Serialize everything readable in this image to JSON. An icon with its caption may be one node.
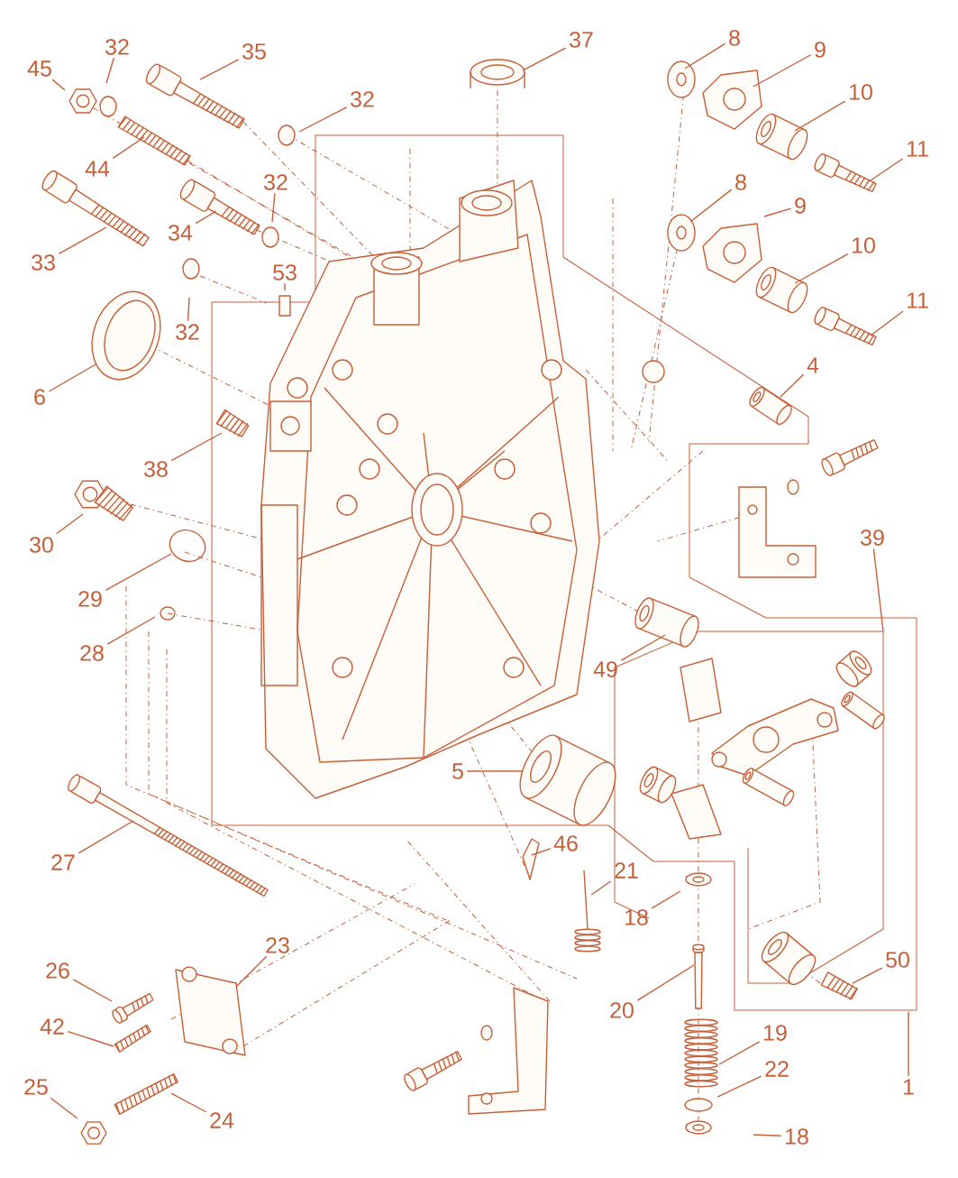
{
  "diagram": {
    "nodes": [
      {
        "text": [
          "8"
        ]
      },
      {
        "text": [
          "37"
        ]
      },
      {
        "text": [
          "32"
        ]
      },
      {
        "text": [
          "9"
        ]
      },
      {
        "text": [
          "35"
        ]
      },
      {
        "text": [
          "45"
        ]
      },
      {
        "text": [
          "10"
        ]
      },
      {
        "text": [
          "32"
        ]
      },
      {
        "text": [
          "11"
        ]
      },
      {
        "text": [
          "44"
        ]
      },
      {
        "text": [
          "8"
        ]
      },
      {
        "text": [
          "32"
        ]
      },
      {
        "text": [
          "9"
        ]
      },
      {
        "text": [
          "34"
        ]
      },
      {
        "text": [
          "10"
        ]
      },
      {
        "text": [
          "33"
        ]
      },
      {
        "text": [
          "53"
        ]
      },
      {
        "text": [
          "11"
        ]
      },
      {
        "text": [
          "32"
        ]
      },
      {
        "text": [
          "4"
        ]
      },
      {
        "text": [
          "6"
        ]
      },
      {
        "text": [
          "38"
        ]
      },
      {
        "text": [
          "39"
        ]
      },
      {
        "text": [
          "30"
        ]
      },
      {
        "text": [
          "29"
        ]
      },
      {
        "text": [
          "28"
        ]
      },
      {
        "text": [
          "49"
        ]
      },
      {
        "text": [
          "5"
        ]
      },
      {
        "text": [
          "46"
        ]
      },
      {
        "text": [
          "27"
        ]
      },
      {
        "text": [
          "21"
        ]
      },
      {
        "text": [
          "18"
        ]
      },
      {
        "text": [
          "23"
        ]
      },
      {
        "text": [
          "50"
        ]
      },
      {
        "text": [
          "26"
        ]
      },
      {
        "text": [
          "20"
        ]
      },
      {
        "text": [
          "42"
        ]
      },
      {
        "text": [
          "19"
        ]
      },
      {
        "text": [
          "22"
        ]
      },
      {
        "text": [
          "1"
        ]
      },
      {
        "text": [
          "25"
        ]
      },
      {
        "text": [
          "24"
        ]
      },
      {
        "text": [
          "18"
        ]
      }
    ],
    "edges": [
      {
        "from": 0,
        "to": null,
        "arrow": "none"
      },
      {
        "from": 1,
        "to": null,
        "arrow": "none"
      },
      {
        "from": 2,
        "to": null,
        "arrow": "none"
      },
      {
        "from": 3,
        "to": null,
        "arrow": "none"
      },
      {
        "from": 4,
        "to": null,
        "arrow": "none"
      },
      {
        "from": 5,
        "to": null,
        "arrow": "none"
      },
      {
        "from": 6,
        "to": null,
        "arrow": "none"
      },
      {
        "from": 7,
        "to": null,
        "arrow": "none"
      },
      {
        "from": 8,
        "to": null,
        "arrow": "none"
      },
      {
        "from": 9,
        "to": null,
        "arrow": "none"
      },
      {
        "from": 10,
        "to": null,
        "arrow": "none"
      },
      {
        "from": 11,
        "to": null,
        "arrow": "none"
      },
      {
        "from": 12,
        "to": null,
        "arrow": "none"
      },
      {
        "from": 13,
        "to": null,
        "arrow": "none"
      },
      {
        "from": 14,
        "to": null,
        "arrow": "none"
      },
      {
        "from": 15,
        "to": null,
        "arrow": "none"
      },
      {
        "from": 16,
        "to": null,
        "arrow": "none"
      },
      {
        "from": 17,
        "to": null,
        "arrow": "none"
      },
      {
        "from": 18,
        "to": null,
        "arrow": "none"
      },
      {
        "from": 19,
        "to": null,
        "arrow": "none"
      },
      {
        "from": 20,
        "to": null,
        "arrow": "none"
      },
      {
        "from": 21,
        "to": null,
        "arrow": "none"
      },
      {
        "from": 22,
        "to": null,
        "arrow": "none"
      },
      {
        "from": 23,
        "to": null,
        "arrow": "none"
      },
      {
        "from": 24,
        "to": null,
        "arrow": "none"
      },
      {
        "from": 25,
        "to": null,
        "arrow": "none"
      },
      {
        "from": 26,
        "to": null,
        "arrow": "none"
      },
      {
        "from": 27,
        "to": null,
        "arrow": "none"
      },
      {
        "from": 28,
        "to": null,
        "arrow": "none"
      },
      {
        "from": 29,
        "to": null,
        "arrow": "none"
      },
      {
        "from": 30,
        "to": null,
        "arrow": "none"
      },
      {
        "from": 31,
        "to": null,
        "arrow": "none"
      },
      {
        "from": 32,
        "to": null,
        "arrow": "none"
      },
      {
        "from": 33,
        "to": null,
        "arrow": "none"
      },
      {
        "from": 34,
        "to": null,
        "arrow": "none"
      },
      {
        "from": 35,
        "to": null,
        "arrow": "none"
      },
      {
        "from": 36,
        "to": null,
        "arrow": "none"
      },
      {
        "from": 37,
        "to": null,
        "arrow": "none"
      },
      {
        "from": 38,
        "to": null,
        "arrow": "none"
      },
      {
        "from": 39,
        "to": null,
        "arrow": "none"
      },
      {
        "from": 40,
        "to": null,
        "arrow": "none"
      },
      {
        "from": 41,
        "to": null,
        "arrow": "none"
      },
      {
        "from": 42,
        "to": null,
        "arrow": "none"
      }
    ]
  }
}
